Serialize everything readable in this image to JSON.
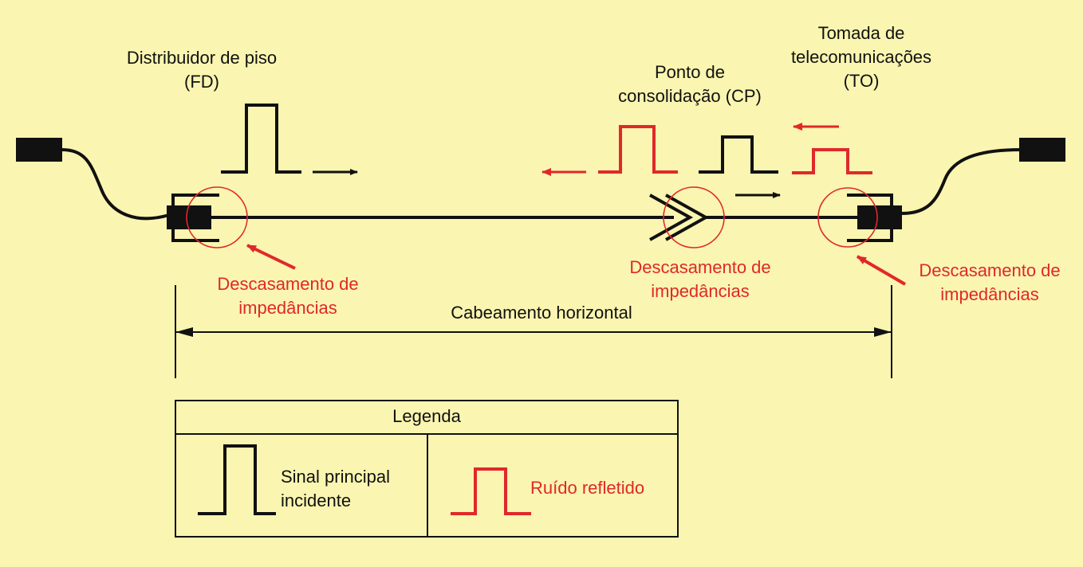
{
  "labels": {
    "fd": [
      "Distribuidor de piso",
      "(FD)"
    ],
    "cp": [
      "Ponto de",
      "consolidação (CP)"
    ],
    "to": [
      "Tomada de",
      "telecomunicações",
      "(TO)"
    ],
    "mismatch_fd": [
      "Descasamento de",
      "impedâncias"
    ],
    "mismatch_cp": [
      "Descasamento de",
      "impedâncias"
    ],
    "mismatch_to": [
      "Descasamento de",
      "impedâncias"
    ],
    "horizontal": "Cabeamento horizontal"
  },
  "legend": {
    "title": "Legenda",
    "incident": [
      "Sinal principal",
      "incidente"
    ],
    "reflected": "Ruído refletido"
  },
  "colors": {
    "background": "#FAF5B0",
    "signal": "#111111",
    "noise": "#E0282A"
  }
}
